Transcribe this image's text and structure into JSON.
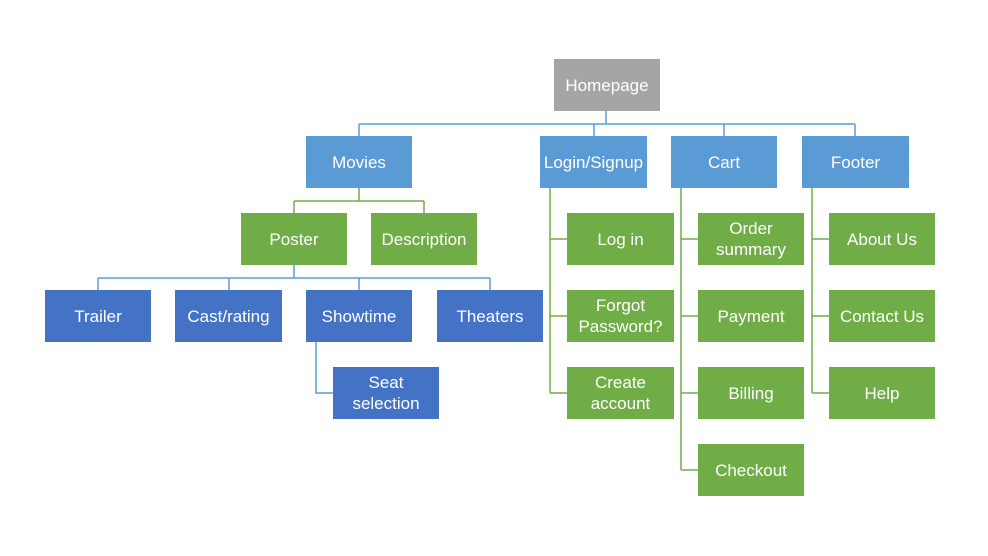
{
  "colors": {
    "root": "#a5a5a5",
    "section": "#5b9bd5",
    "subsection": "#70ad47",
    "detail": "#4472c4",
    "connector_blue": "#5b9bd5",
    "connector_green": "#70ad47"
  },
  "nodes": {
    "homepage": "Homepage",
    "movies": "Movies",
    "login_signup": "Login/Signup",
    "cart": "Cart",
    "footer": "Footer",
    "poster": "Poster",
    "description": "Description",
    "trailer": "Trailer",
    "cast_rating": "Cast/rating",
    "showtime": "Showtime",
    "theaters": "Theaters",
    "seat_selection": "Seat\nselection",
    "log_in": "Log in",
    "forgot_password": "Forgot\nPassword?",
    "create_account": "Create\naccount",
    "order_summary": "Order\nsummary",
    "payment": "Payment",
    "billing": "Billing",
    "checkout": "Checkout",
    "about_us": "About Us",
    "contact_us": "Contact Us",
    "help": "Help"
  }
}
